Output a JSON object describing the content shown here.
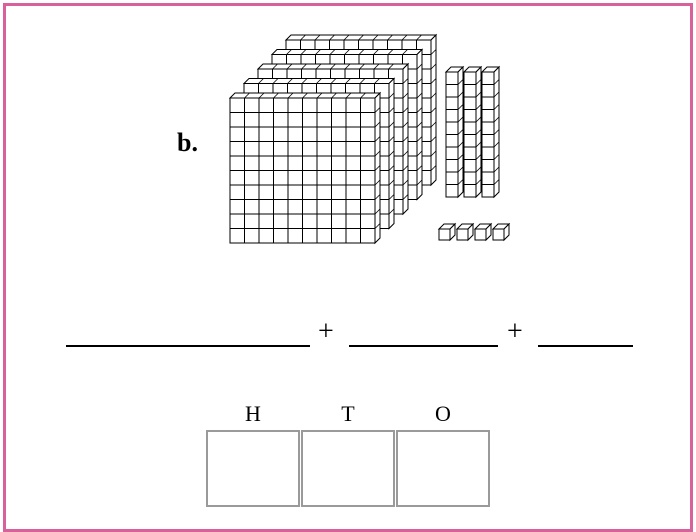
{
  "problem_label": "b.",
  "blocks": {
    "hundreds": 5,
    "tens": 3,
    "ones": 4,
    "stroke_color": "#000000"
  },
  "expression": {
    "operator_1": "+",
    "operator_2": "+"
  },
  "place_value_chart": {
    "headers": [
      "H",
      "T",
      "O"
    ],
    "box_border_color": "#9a9a9a"
  },
  "frame_color": "#d9619b"
}
